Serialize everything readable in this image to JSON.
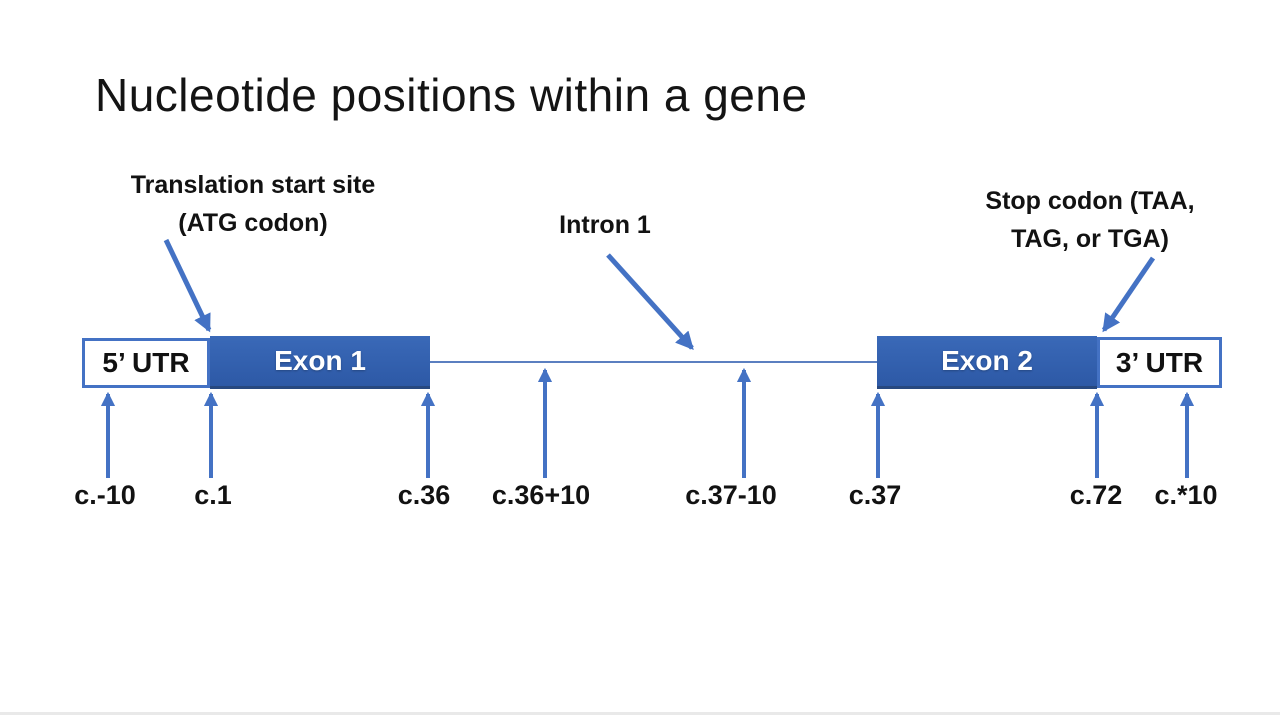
{
  "title": "Nucleotide positions within a gene",
  "diagram": {
    "callouts": {
      "translation_start_line1": "Translation start site",
      "translation_start_line2": "(ATG codon)",
      "intron_label": "Intron 1",
      "stop_codon_line1": "Stop codon (TAA,",
      "stop_codon_line2": "TAG, or TGA)"
    },
    "segments": {
      "utr5": "5’ UTR",
      "exon1": "Exon 1",
      "exon2": "Exon 2",
      "utr3": "3’ UTR"
    },
    "positions": [
      {
        "label": "c.-10"
      },
      {
        "label": "c.1"
      },
      {
        "label": "c.36"
      },
      {
        "label": "c.36+10"
      },
      {
        "label": "c.37-10"
      },
      {
        "label": "c.37"
      },
      {
        "label": "c.72"
      },
      {
        "label": "c.*10"
      }
    ],
    "colors": {
      "arrow": "#4472c4",
      "exon_fill": "#2f5fae",
      "box_border": "#4472c4",
      "background": "#ffffff"
    }
  }
}
